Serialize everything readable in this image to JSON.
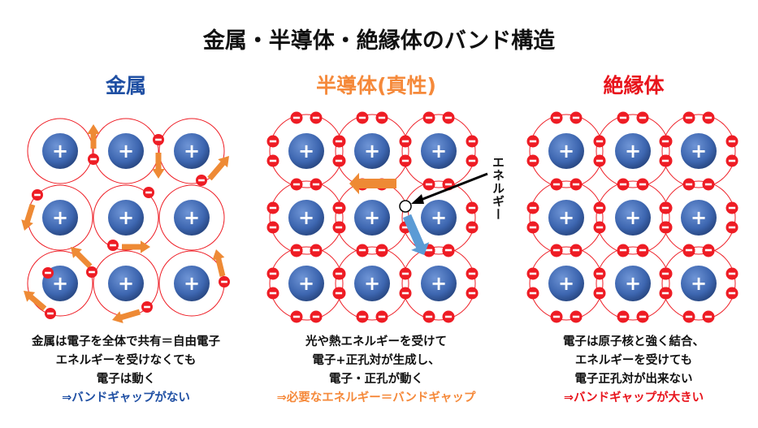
{
  "title": "金属・半導体・絶縁体のバンド構造",
  "colors": {
    "metal": "#1f4fa3",
    "semiconductor": "#f5893a",
    "insulator": "#e8141c",
    "nucleus": "#3d66b0",
    "electron": "#ee1c24",
    "arrow_orange": "#ee8a35",
    "arrow_blue": "#5b9bd5"
  },
  "sections": [
    {
      "heading": "金属",
      "lines": [
        "金属は電子を全体で共有＝自由電子",
        "エネルギーを受けなくても",
        "電子は動く"
      ],
      "conclusion": "⇒バンドギャップがない"
    },
    {
      "heading": "半導体(真性)",
      "lines": [
        "光や熱エネルギーを受けて",
        "電子+正孔対が生成し、",
        "電子・正孔が動く"
      ],
      "conclusion": "⇒必要なエネルギー＝バンドギャップ"
    },
    {
      "heading": "絶縁体",
      "lines": [
        "電子は原子核と強く結合、",
        "エネルギーを受けても",
        "電子正孔対が出来ない"
      ],
      "conclusion": "⇒バンドギャップが大きい"
    }
  ],
  "energy_label": "エネルギー",
  "nucleus_symbol": "+",
  "electron_symbol": "−"
}
